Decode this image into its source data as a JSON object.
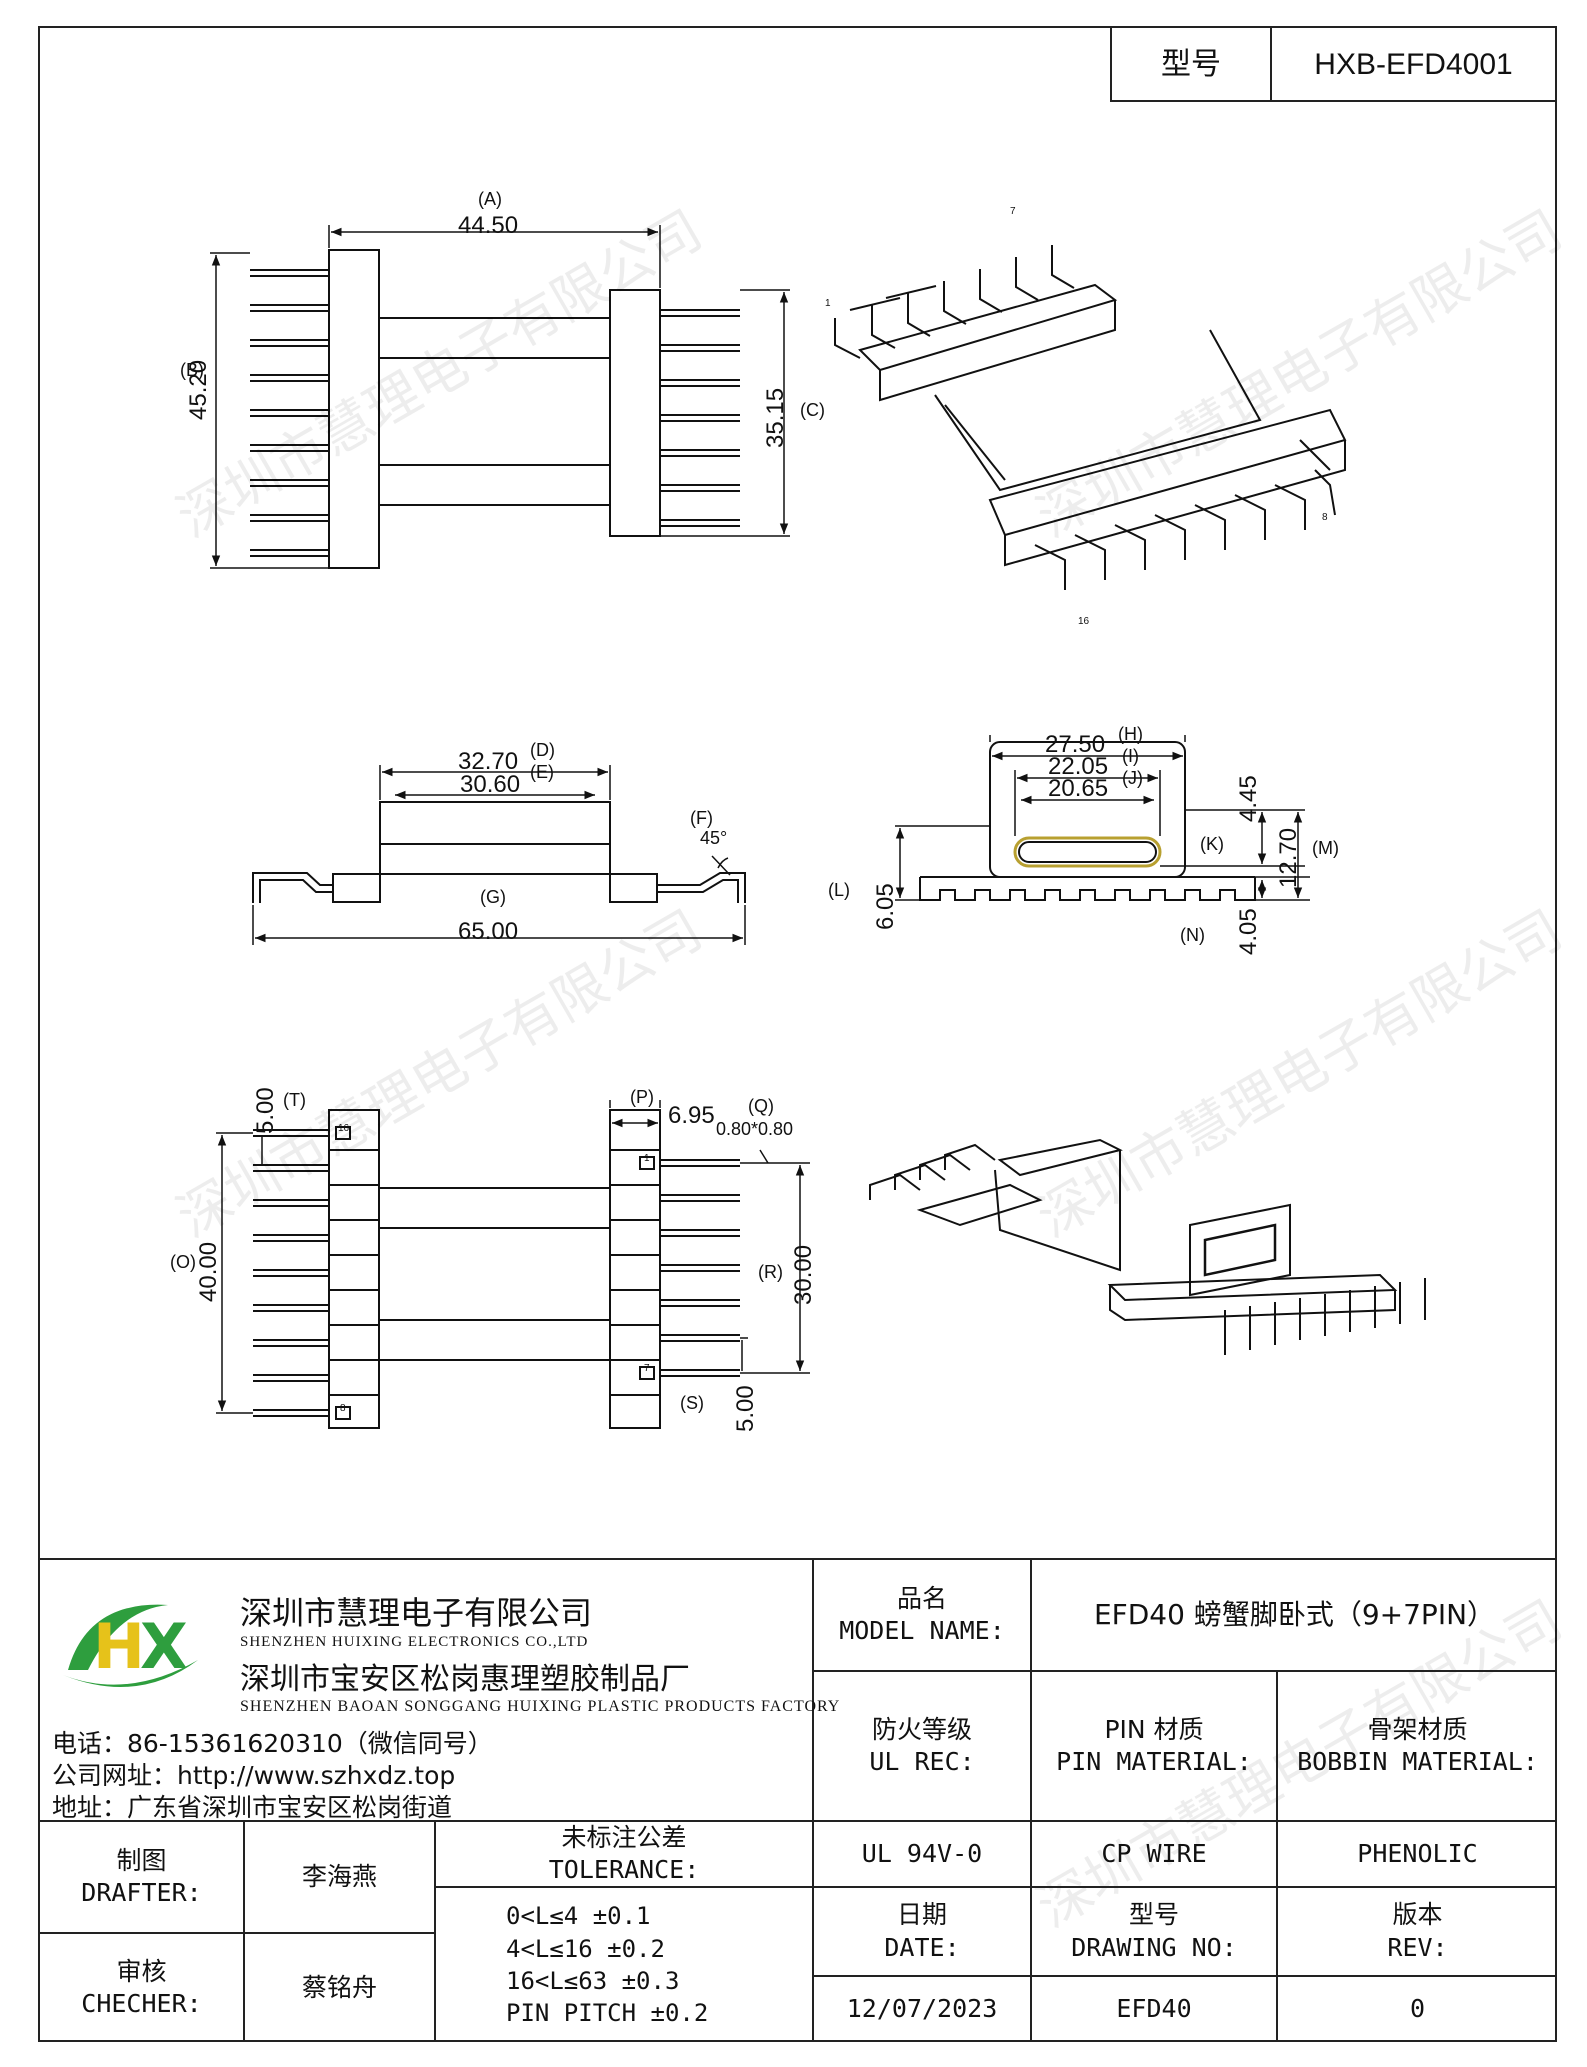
{
  "header": {
    "model_label": "型号",
    "model_value": "HXB-EFD4001"
  },
  "dims": {
    "A": "(A)",
    "A_val": "44.50",
    "B": "(B)",
    "B_val": "45.20",
    "C": "(C)",
    "C_val": "35.15",
    "D": "(D)",
    "D_val": "32.70",
    "E": "(E)",
    "E_val": "30.60",
    "F": "(F)",
    "F_val": "45°",
    "G": "(G)",
    "G_val": "65.00",
    "H": "(H)",
    "H_val": "27.50",
    "I": "(I)",
    "I_val": "22.05",
    "J": "(J)",
    "J_val": "20.65",
    "K": "(K)",
    "K_val": "4.45",
    "L": "(L)",
    "L_val": "6.05",
    "M": "(M)",
    "M_val": "12.70",
    "N": "(N)",
    "N_val": "4.05",
    "O": "(O)",
    "O_val": "40.00",
    "P": "(P)",
    "P_val": "6.95",
    "Q": "(Q)",
    "Q_val": "0.80*0.80",
    "R": "(R)",
    "R_val": "30.00",
    "S": "(S)",
    "S_val": "5.00",
    "T": "(T)",
    "T_val": "5.00"
  },
  "pin_marks": {
    "p16": "16",
    "p8": "8",
    "p1": "1",
    "p7": "7",
    "iso_top": "1",
    "iso_top2": "7",
    "iso_right": "8",
    "iso_bottom": "16"
  },
  "watermark": "深圳市慧理电子有限公司",
  "company": {
    "name_cn": "深圳市慧理电子有限公司",
    "name_en": "SHENZHEN HUIXING ELECTRONICS CO.,LTD",
    "factory_cn": "深圳市宝安区松岗惠理塑胶制品厂",
    "factory_en": "SHENZHEN BAOAN SONGGANG HUIXING PLASTIC PRODUCTS FACTORY",
    "phone": "电话：86-15361620310（微信同号）",
    "website": "公司网址：http://www.szhxdz.top",
    "address": "地址：广东省深圳市宝安区松岗街道",
    "logo_text": "HX",
    "logo_colors": {
      "green": "#2e9e3e",
      "yellow": "#e6c21a"
    }
  },
  "table": {
    "model_name_cn": "品名",
    "model_name_en": "MODEL NAME:",
    "model_name_value": "EFD40 螃蟹脚卧式（9+7PIN）",
    "ul_cn": "防火等级",
    "ul_en": "UL REC:",
    "pin_cn": "PIN 材质",
    "pin_en": "PIN MATERIAL:",
    "bobbin_cn": "骨架材质",
    "bobbin_en": "BOBBIN MATERIAL:",
    "ul_value": "UL 94V-0",
    "pin_value": "CP WIRE",
    "bobbin_value": "PHENOLIC",
    "drafter_cn": "制图",
    "drafter_en": "DRAFTER:",
    "drafter_name": "李海燕",
    "checker_cn": "审核",
    "checker_en": "CHECHER:",
    "checker_name": "蔡铭舟",
    "tolerance_cn": "未标注公差",
    "tolerance_en": "TOLERANCE:",
    "tol1": "0<L≤4  ±0.1",
    "tol2": "4<L≤16 ±0.2",
    "tol3": "16<L≤63 ±0.3",
    "tol4": "PIN PITCH ±0.2",
    "date_cn": "日期",
    "date_en": "DATE:",
    "date_value": "12/07/2023",
    "drawing_cn": "型号",
    "drawing_en": "DRAWING NO:",
    "drawing_value": "EFD40",
    "rev_cn": "版本",
    "rev_en": "REV:",
    "rev_value": "0"
  }
}
